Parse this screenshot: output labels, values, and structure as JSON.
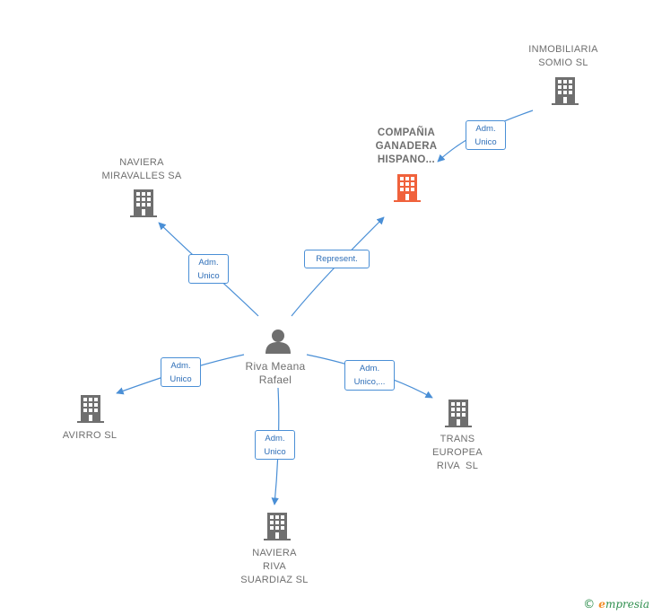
{
  "person": {
    "name_line1": "Riva Meana",
    "name_line2": "Rafael",
    "icon": "person-icon"
  },
  "companies": {
    "inmobiliaria": {
      "line1": "INMOBILIARIA",
      "line2": "SOMIO SL",
      "icon": "building-icon"
    },
    "compania": {
      "line1": "COMPAÑIA",
      "line2": "GANADERA",
      "line3": "HISPANO...",
      "icon": "building-icon",
      "highlight_color": "#f0623c"
    },
    "miravalles": {
      "line1": "NAVIERA",
      "line2": "MIRAVALLES SA",
      "icon": "building-icon"
    },
    "avirro": {
      "line1": "AVIRRO SL",
      "icon": "building-icon"
    },
    "trans": {
      "line1": "TRANS",
      "line2": "EUROPEA",
      "line3": "RIVA  SL",
      "icon": "building-icon"
    },
    "suardiaz": {
      "line1": "NAVIERA",
      "line2": "RIVA",
      "line3": "SUARDIAZ SL",
      "icon": "building-icon"
    }
  },
  "edges": {
    "inmobiliaria_compania": {
      "line1": "Adm.",
      "line2": "Unico"
    },
    "person_compania": {
      "line1": "Represent."
    },
    "person_miravalles": {
      "line1": "Adm.",
      "line2": "Unico"
    },
    "person_avirro": {
      "line1": "Adm.",
      "line2": "Unico"
    },
    "person_trans": {
      "line1": "Adm.",
      "line2": "Unico,..."
    },
    "person_suardiaz": {
      "line1": "Adm.",
      "line2": "Unico"
    }
  },
  "colors": {
    "edge": "#4a8fd6",
    "node_gray": "#6f6f6f",
    "highlight": "#f0623c",
    "brand_green": "#2f8f4e",
    "brand_orange": "#f28c28"
  },
  "brand": {
    "copyright": "©",
    "first_letter": "e",
    "rest": "mpresia"
  }
}
